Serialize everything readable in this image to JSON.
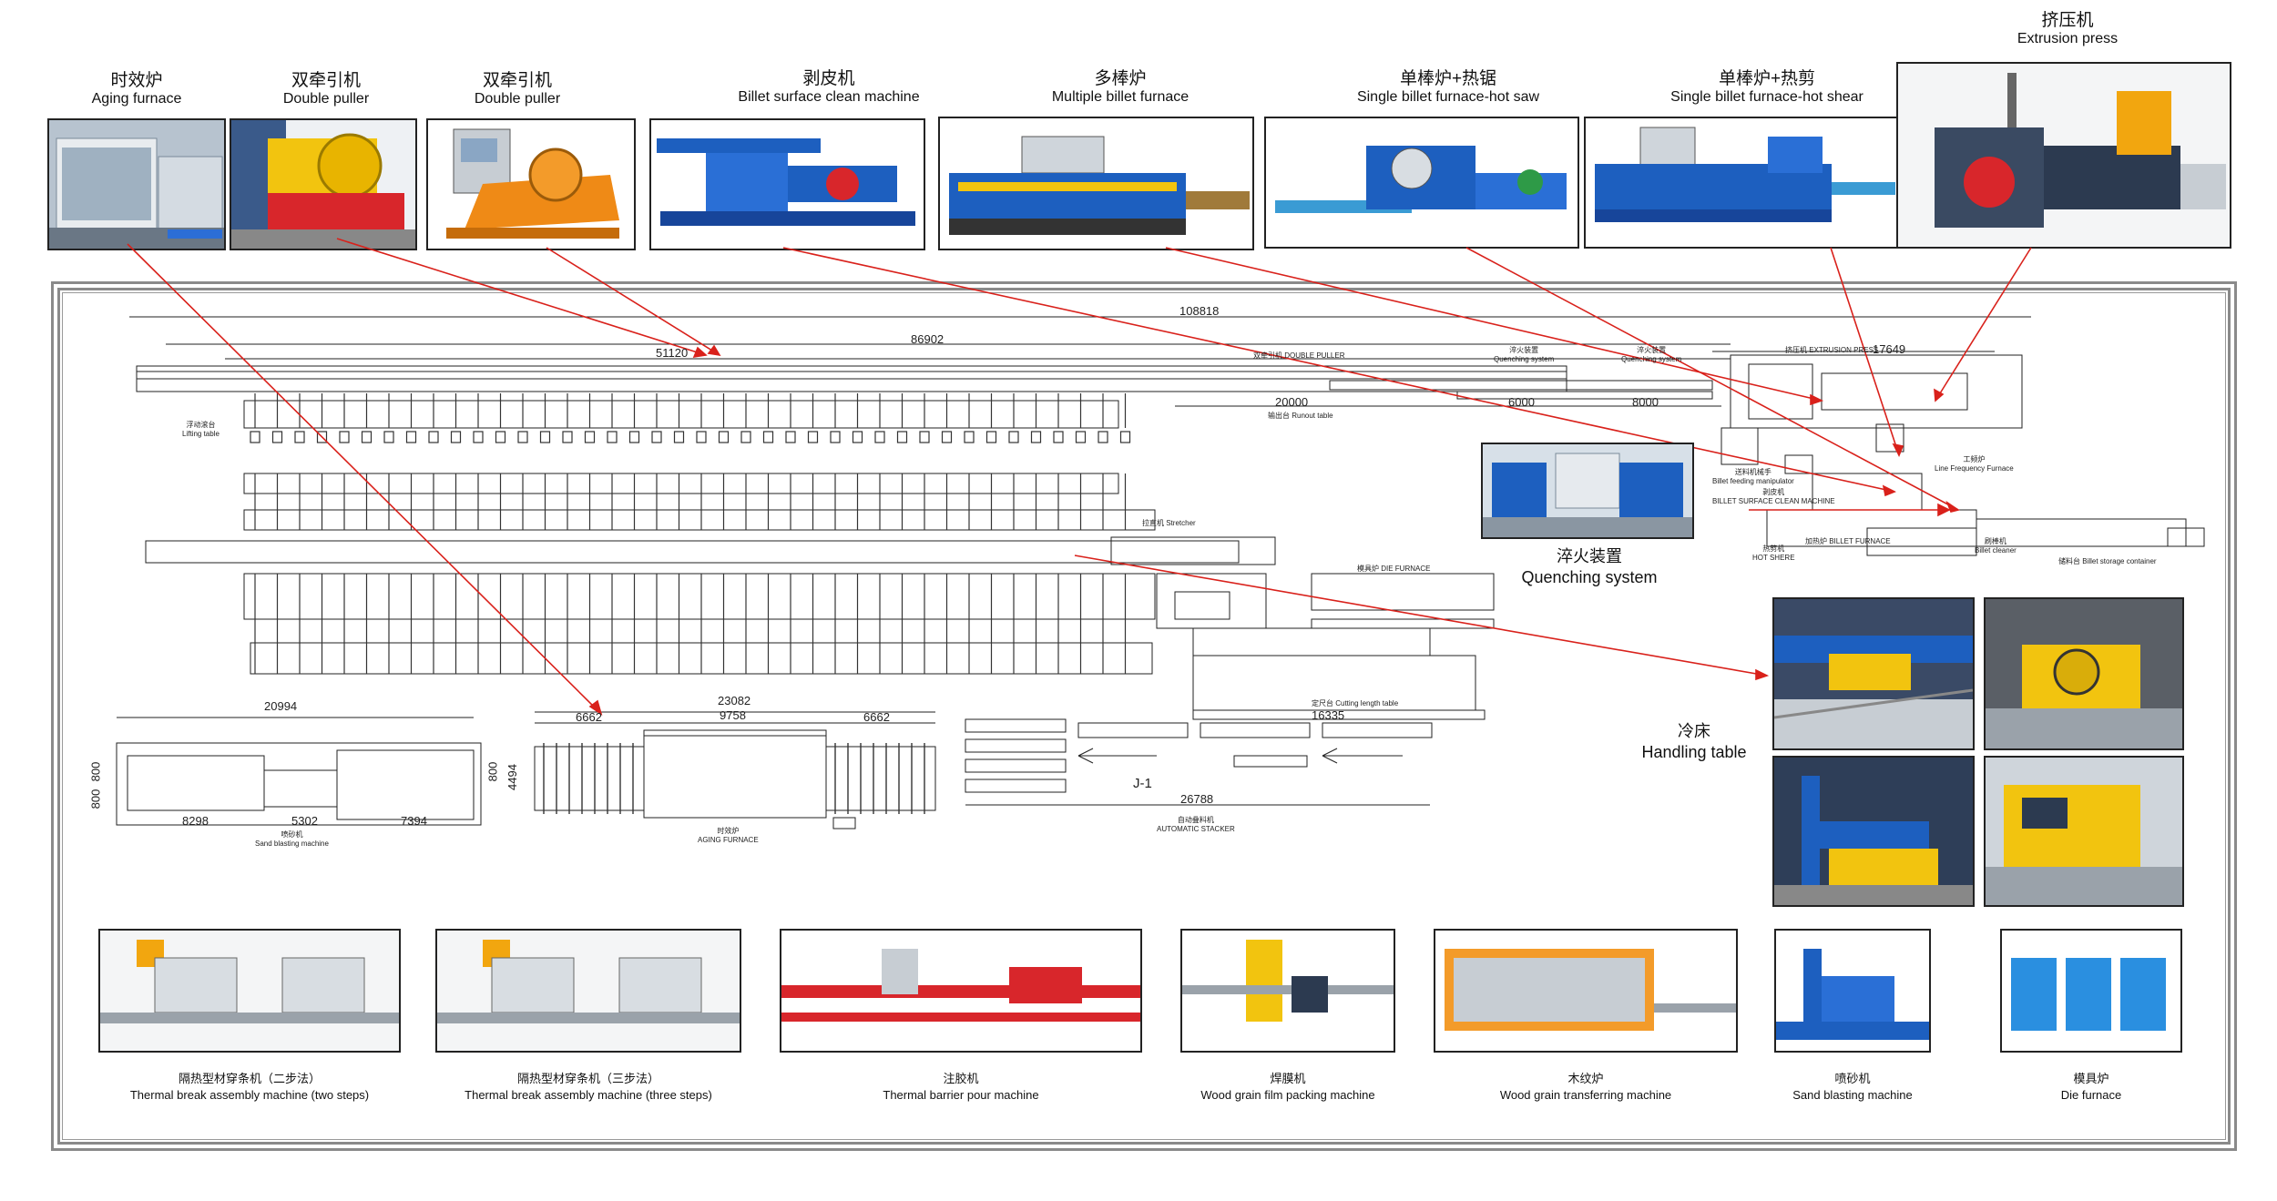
{
  "top_machines": [
    {
      "cn": "时效炉",
      "en": "Aging furnace"
    },
    {
      "cn": "双牵引机",
      "en": "Double puller"
    },
    {
      "cn": "双牵引机",
      "en": "Double puller"
    },
    {
      "cn": "剥皮机",
      "en": "Billet surface clean machine"
    },
    {
      "cn": "多棒炉",
      "en": "Multiple billet furnace"
    },
    {
      "cn": "单棒炉+热锯",
      "en": "Single billet furnace-hot saw"
    },
    {
      "cn": "单棒炉+热剪",
      "en": "Single billet furnace-hot shear"
    },
    {
      "cn": "挤压机",
      "en": "Extrusion press"
    }
  ],
  "side_captions": {
    "quenching": {
      "cn": "淬火装置",
      "en": "Quenching system"
    },
    "handling": {
      "cn": "冷床",
      "en": "Handling table"
    }
  },
  "bottom_machines": [
    {
      "cn": "隔热型材穿条机（二步法）",
      "en": "Thermal break assembly machine (two steps)"
    },
    {
      "cn": "隔热型材穿条机（三步法）",
      "en": "Thermal break assembly machine (three steps)"
    },
    {
      "cn": "注胶机",
      "en": "Thermal barrier pour machine"
    },
    {
      "cn": "焊膜机",
      "en": "Wood grain film packing machine"
    },
    {
      "cn": "木纹炉",
      "en": "Wood grain transferring machine"
    },
    {
      "cn": "喷砂机",
      "en": "Sand blasting machine"
    },
    {
      "cn": "模具炉",
      "en": "Die furnace"
    }
  ],
  "dimensions": {
    "d108818": "108818",
    "d86902": "86902",
    "d51120": "51120",
    "d17649": "17649",
    "d20000": "20000",
    "d6000": "6000",
    "d8000": "8000",
    "d20994": "20994",
    "d23082": "23082",
    "d9758": "9758",
    "d6662a": "6662",
    "d6662b": "6662",
    "d8298": "8298",
    "d5302": "5302",
    "d7394": "7394",
    "d16335": "16335",
    "d26788": "26788",
    "d800a": "800",
    "d800b": "800",
    "d800c": "800",
    "d4494": "4494",
    "j1": "J-1"
  },
  "layout_labels": {
    "double_puller": "双牵引机 DOUBLE PULLER",
    "runout": "输出台 Runout table",
    "lifting": "浮动滚台\nLifting table",
    "stretcher": "拉直机 Stretcher",
    "die_furnace": "模具炉 DIE FURNACE",
    "cutting": "定尺台 Cutting length table",
    "aging": "时效炉\nAGING FURNACE",
    "stacker": "自动叠料机\nAUTOMATIC STACKER",
    "sand": "喷砂机\nSand blasting machine",
    "extrusion": "挤压机 EXTRUSION PRESS",
    "quench_sys1": "淬火装置\nQuenching system",
    "quench_sys2": "淬火装置\nQuenching system",
    "freq": "工频炉\nLine Frequency Furnace",
    "manip": "送料机械手\nBillet feeding manipulator",
    "bscm": "剥皮机\nBILLET SURFACE CLEAN MACHINE",
    "hotshear": "热剪机\nHOT SHERE",
    "billet_furnace": "加热炉 BILLET FURNACE",
    "cleaner": "刷棒机\nBillet cleaner",
    "storage": "储料台 Billet storage container"
  },
  "colors": {
    "arrow": "#d9211b",
    "frame": "#8a8a8a",
    "machine_blue": "#1d5fbf",
    "machine_yellow": "#f2c40f",
    "machine_orange": "#ef8a16",
    "machine_red": "#d8262b"
  }
}
